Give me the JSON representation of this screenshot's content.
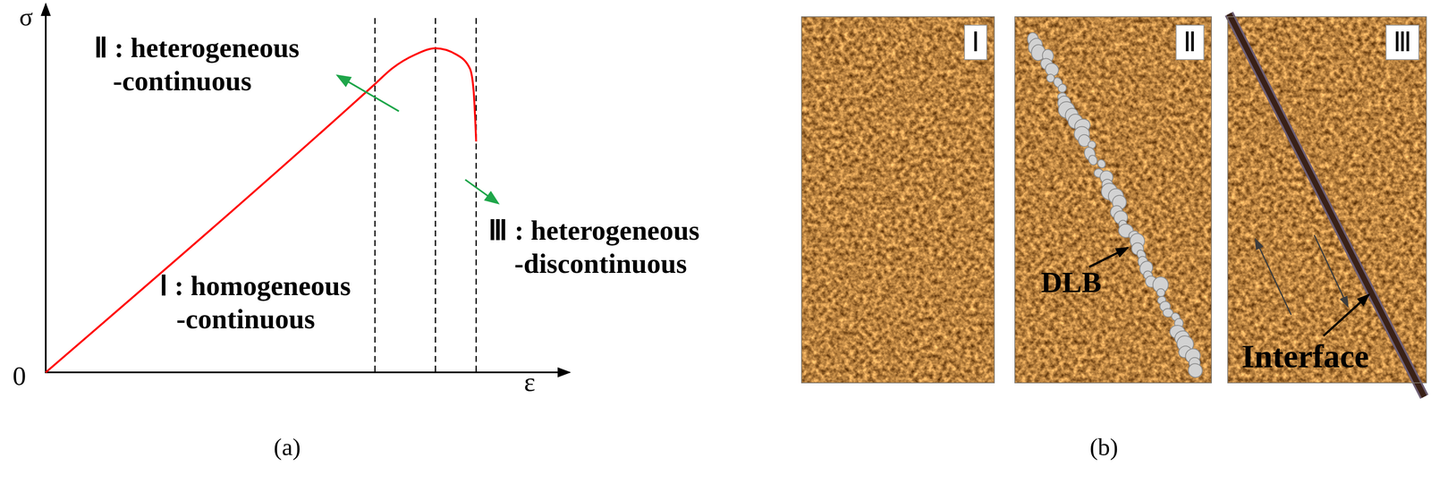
{
  "diagram": {
    "nodes": [
      {
        "text": [
          "Ⅰ"
        ]
      },
      {
        "text": [
          "Ⅱ",
          "DLB"
        ]
      },
      {
        "text": [
          "Ⅲ",
          "Interface"
        ]
      }
    ],
    "labels": [
      "σ",
      "0",
      "ε",
      "Ⅱ : heterogeneous -continuous",
      "Ⅰ : homogeneous -continuous",
      "Ⅲ : heterogeneous -discontinuous",
      "(a)",
      "(b)"
    ]
  }
}
